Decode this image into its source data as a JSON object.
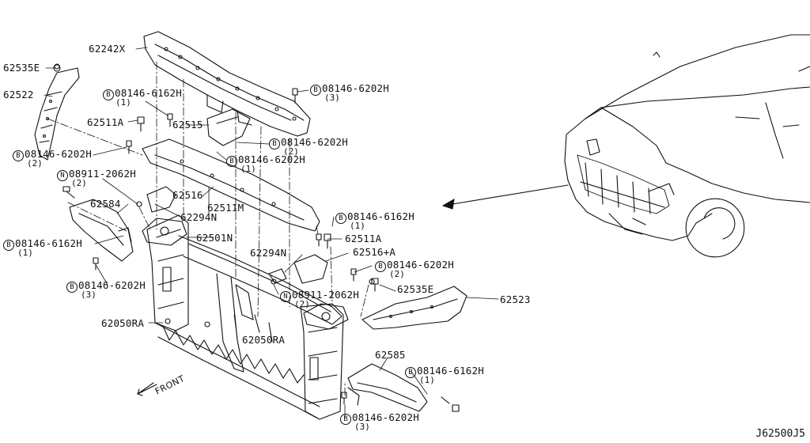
{
  "diagram": {
    "figure_id": "J62500J5",
    "direction_label": "FRONT",
    "callouts": [
      {
        "id": "c1",
        "symbol": "",
        "text": "62535E",
        "qty": ""
      },
      {
        "id": "c2",
        "symbol": "",
        "text": "62522",
        "qty": ""
      },
      {
        "id": "c3",
        "symbol": "",
        "text": "62242X",
        "qty": ""
      },
      {
        "id": "c4",
        "symbol": "B",
        "text": "08146-6162H",
        "qty": "(1)"
      },
      {
        "id": "c5",
        "symbol": "",
        "text": "62511A",
        "qty": ""
      },
      {
        "id": "c6",
        "symbol": "",
        "text": "62515",
        "qty": ""
      },
      {
        "id": "c7",
        "symbol": "B",
        "text": "08146-6202H",
        "qty": "(3)"
      },
      {
        "id": "c8",
        "symbol": "B",
        "text": "08146-6202H",
        "qty": "(2)"
      },
      {
        "id": "c9",
        "symbol": "B",
        "text": "08146-6202H",
        "qty": "(1)"
      },
      {
        "id": "c10",
        "symbol": "B",
        "text": "08146-6202H",
        "qty": "(2)"
      },
      {
        "id": "c11",
        "symbol": "N",
        "text": "08911-2062H",
        "qty": "(2)"
      },
      {
        "id": "c12",
        "symbol": "",
        "text": "62516",
        "qty": ""
      },
      {
        "id": "c13",
        "symbol": "",
        "text": "62511M",
        "qty": ""
      },
      {
        "id": "c14",
        "symbol": "",
        "text": "62584",
        "qty": ""
      },
      {
        "id": "c15",
        "symbol": "",
        "text": "62294N",
        "qty": ""
      },
      {
        "id": "c16",
        "symbol": "B",
        "text": "08146-6162H",
        "qty": "(1)"
      },
      {
        "id": "c17",
        "symbol": "",
        "text": "62511A",
        "qty": ""
      },
      {
        "id": "c18",
        "symbol": "",
        "text": "62501N",
        "qty": ""
      },
      {
        "id": "c19",
        "symbol": "B",
        "text": "08146-6162H",
        "qty": "(1)"
      },
      {
        "id": "c20",
        "symbol": "",
        "text": "62294N",
        "qty": ""
      },
      {
        "id": "c21",
        "symbol": "",
        "text": "62516+A",
        "qty": ""
      },
      {
        "id": "c22",
        "symbol": "B",
        "text": "08146-6202H",
        "qty": "(2)"
      },
      {
        "id": "c23",
        "symbol": "B",
        "text": "08146-6202H",
        "qty": "(3)"
      },
      {
        "id": "c24",
        "symbol": "N",
        "text": "08911-2062H",
        "qty": "(2)"
      },
      {
        "id": "c25",
        "symbol": "",
        "text": "62535E",
        "qty": ""
      },
      {
        "id": "c26",
        "symbol": "",
        "text": "62523",
        "qty": ""
      },
      {
        "id": "c27",
        "symbol": "",
        "text": "62050RA",
        "qty": ""
      },
      {
        "id": "c28",
        "symbol": "",
        "text": "62050RA",
        "qty": ""
      },
      {
        "id": "c29",
        "symbol": "",
        "text": "62585",
        "qty": ""
      },
      {
        "id": "c30",
        "symbol": "B",
        "text": "08146-6162H",
        "qty": "(1)"
      },
      {
        "id": "c31",
        "symbol": "B",
        "text": "08146-6202H",
        "qty": "(3)"
      }
    ]
  }
}
